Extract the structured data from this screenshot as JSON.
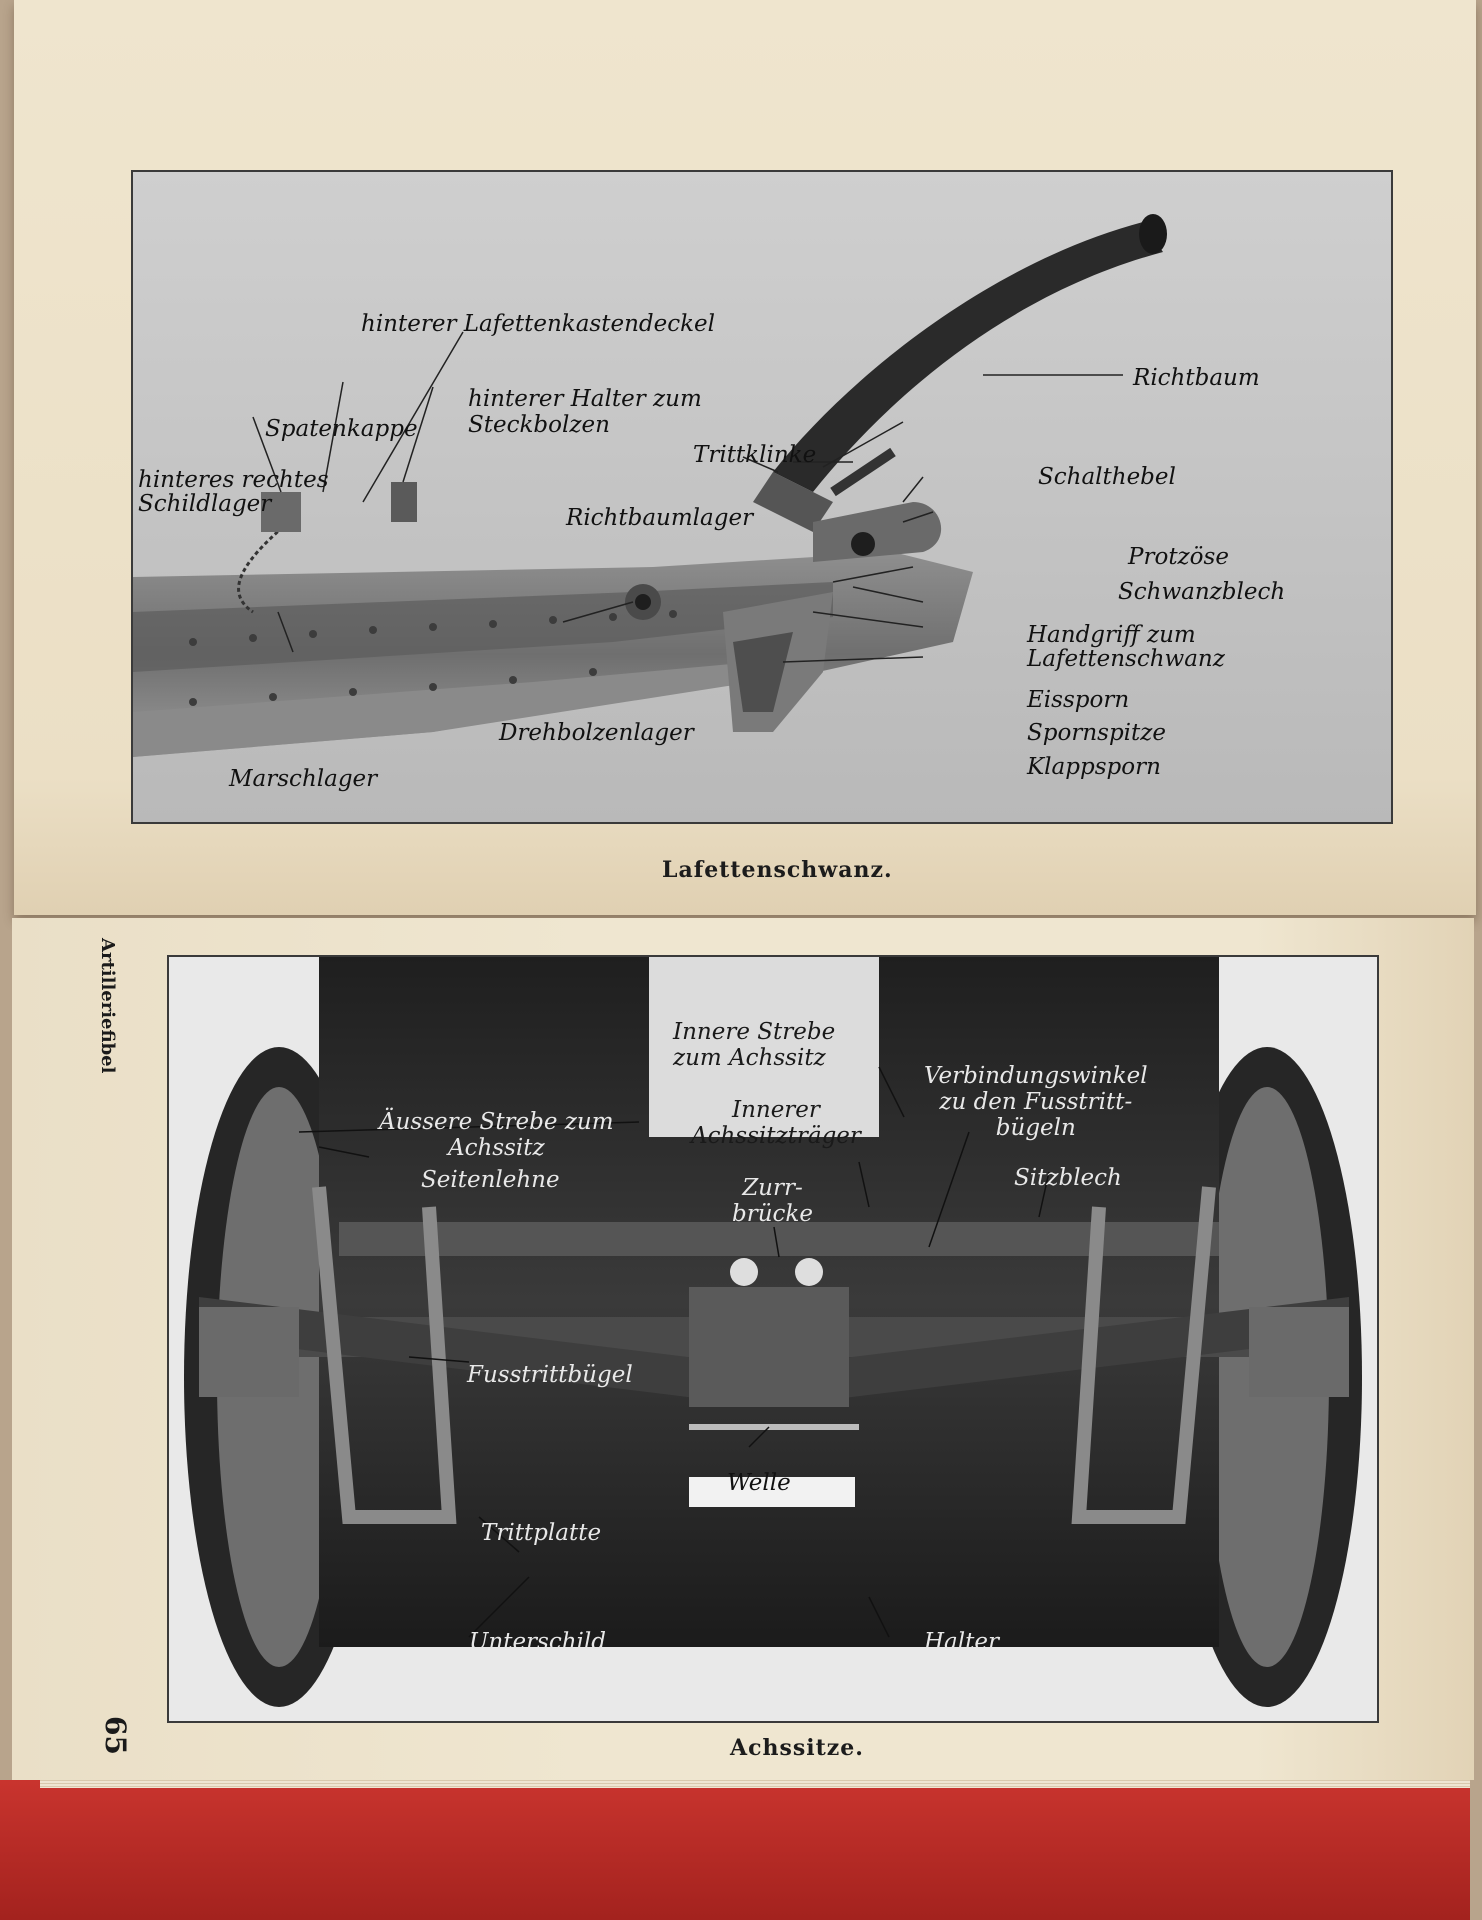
{
  "top_figure": {
    "caption": "Lafettenschwanz.",
    "labels": {
      "hinterer_lafettenkastendeckel": "hinterer Lafettenkastendeckel",
      "hinterer_halter": "hinterer Halter zum\nSteckbolzen",
      "spatenkappe": "Spatenkappe",
      "schildlager": "hinteres rechtes\nSchildlager",
      "trittklinke": "Trittklinke",
      "richtbaum": "Richtbaum",
      "schalthebel": "Schalthebel",
      "richtbaumlager": "Richtbaumlager",
      "protzoese": "Protzöse",
      "schwanzblech": "Schwanzblech",
      "handgriff": "Handgriff zum\nLafettenschwanz",
      "eissporn": "Eissporn",
      "spornspitze": "Spornspitze",
      "klappsporn": "Klappsporn",
      "drehbolzenlager": "Drehbolzenlager",
      "marschlager": "Marschlager"
    }
  },
  "bottom_figure": {
    "caption": "Achssitze.",
    "labels": {
      "innere_strebe": "Innere Strebe\nzum Achssitz",
      "aeussere_strebe": "Äussere Strebe zum\nAchssitz",
      "seitenlehne": "Seitenlehne",
      "innerer_traeger": "Innerer\nAchssitzträger",
      "zurrbruecke": "Zurr-\nbrücke",
      "verbindungswinkel": "Verbindungswinkel\nzu den Fusstritt-\nbügeln",
      "sitzblech": "Sitzblech",
      "fusstrittbuegel": "Fusstrittbügel",
      "welle": "Welle",
      "trittplatte": "Trittplatte",
      "unterschild": "Unterschild",
      "halter": "Halter"
    }
  },
  "page_number": "65",
  "running_head": "Artilleriefibel"
}
